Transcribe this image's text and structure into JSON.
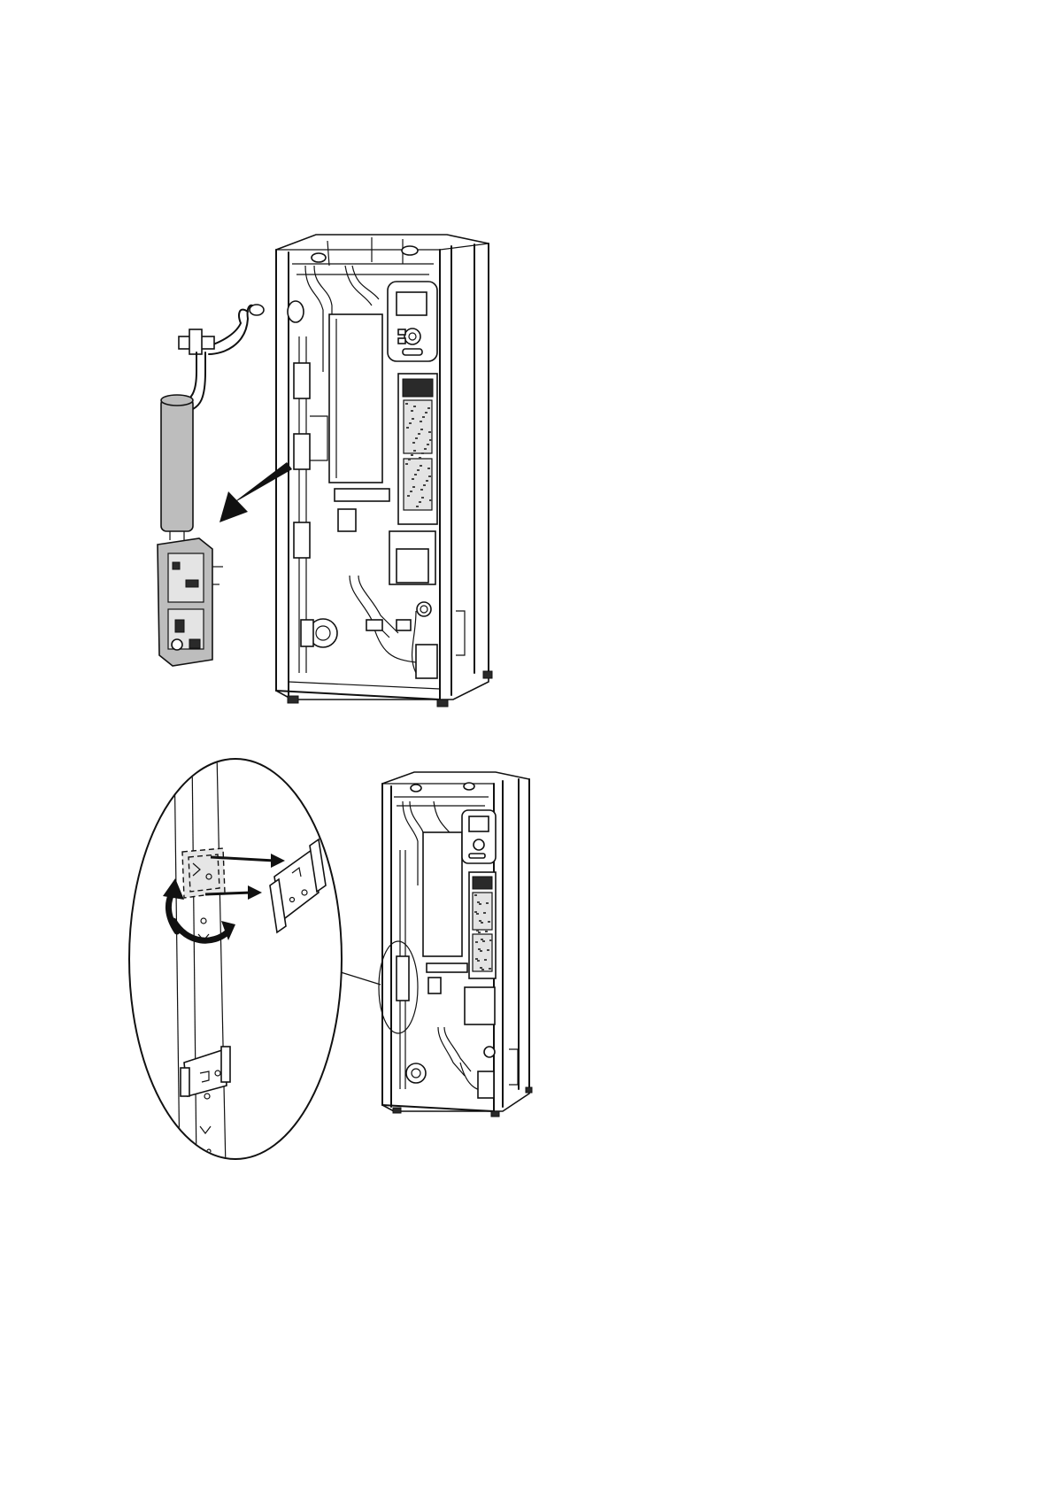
{
  "figure": {
    "step1": {
      "arrow_direction": "left-down"
    },
    "step2": {
      "arrow_directions": [
        "right",
        "right"
      ],
      "rotate_arrows": 2
    },
    "colors": {
      "line": "#111111",
      "module_fill": "#bdbdbd",
      "background": "#ffffff"
    }
  }
}
